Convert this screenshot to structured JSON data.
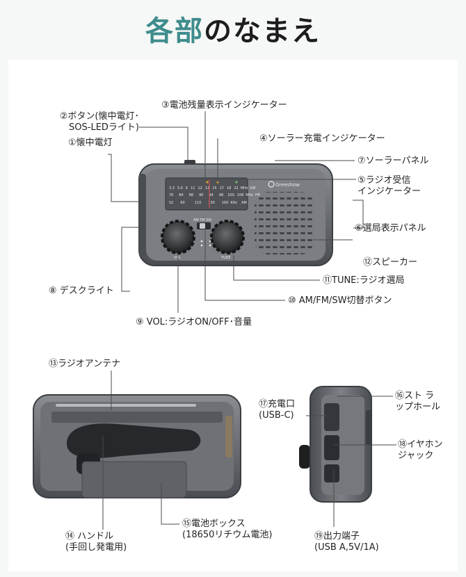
{
  "title": {
    "accent": "各部",
    "rest": "のなまえ"
  },
  "brand": "Greeshow",
  "radio_face": {
    "sw_row": [
      "3.3",
      "5.6",
      "6",
      "11",
      "12",
      "13",
      "15",
      "17",
      "18",
      "22",
      "MHz",
      "SW"
    ],
    "fm_row": [
      "76",
      "84",
      "88",
      "90",
      "94",
      "98",
      "100",
      "108",
      "MHz",
      "FM"
    ],
    "am_row": [
      "52",
      "60",
      "",
      "110",
      "130",
      "160",
      "KHz",
      "AM"
    ],
    "switch_label": "AM FM SW",
    "vol_label": "VOL",
    "tune_label": "TUNE"
  },
  "colors": {
    "accent": "#3e8c8c",
    "body": "#6b6e72",
    "body_dark": "#3d4044",
    "leader": "#e0a030"
  },
  "labels": {
    "battery_indicator": "③電池残量表示インジケーター",
    "button_line1": "②ボタン(懐中電灯･",
    "button_line2": "SOS-LEDライト)",
    "flashlight": "①懐中電灯",
    "solar_indicator": "④ソーラー充電インジケーター",
    "solar_panel": "⑦ソーラーパネル",
    "radio_indicator_line1": "⑤ラジオ受信",
    "radio_indicator_line2": "インジケーター",
    "tuning_panel": "⑥選局表示パネル",
    "speaker": "⑫スピーカー",
    "desk_light": "⑧ デスクライト",
    "tune": "⑪TUNE:ラジオ選局",
    "band_button": "⑩ AM/FM/SW切替ボタン",
    "vol": "⑨ VOL:ラジオON/OFF･音量",
    "antenna": "⑬ラジオアンテナ",
    "charge_port_line1": "⑰充電口",
    "charge_port_line2": "(USB-C)",
    "strap_line1": "⑯スト ラ",
    "strap_line2": "ップホール",
    "earphone_line1": "⑱イヤホン",
    "earphone_line2": "ジャック",
    "handle_line1": "⑭ ハンドル",
    "handle_line2": "(手回し発電用)",
    "battery_box_line1": "⑮電池ボックス",
    "battery_box_line2": "(18650リチウム電池)",
    "output_line1": "⑲出力端子",
    "output_line2": "(USB A,5V/1A)"
  }
}
